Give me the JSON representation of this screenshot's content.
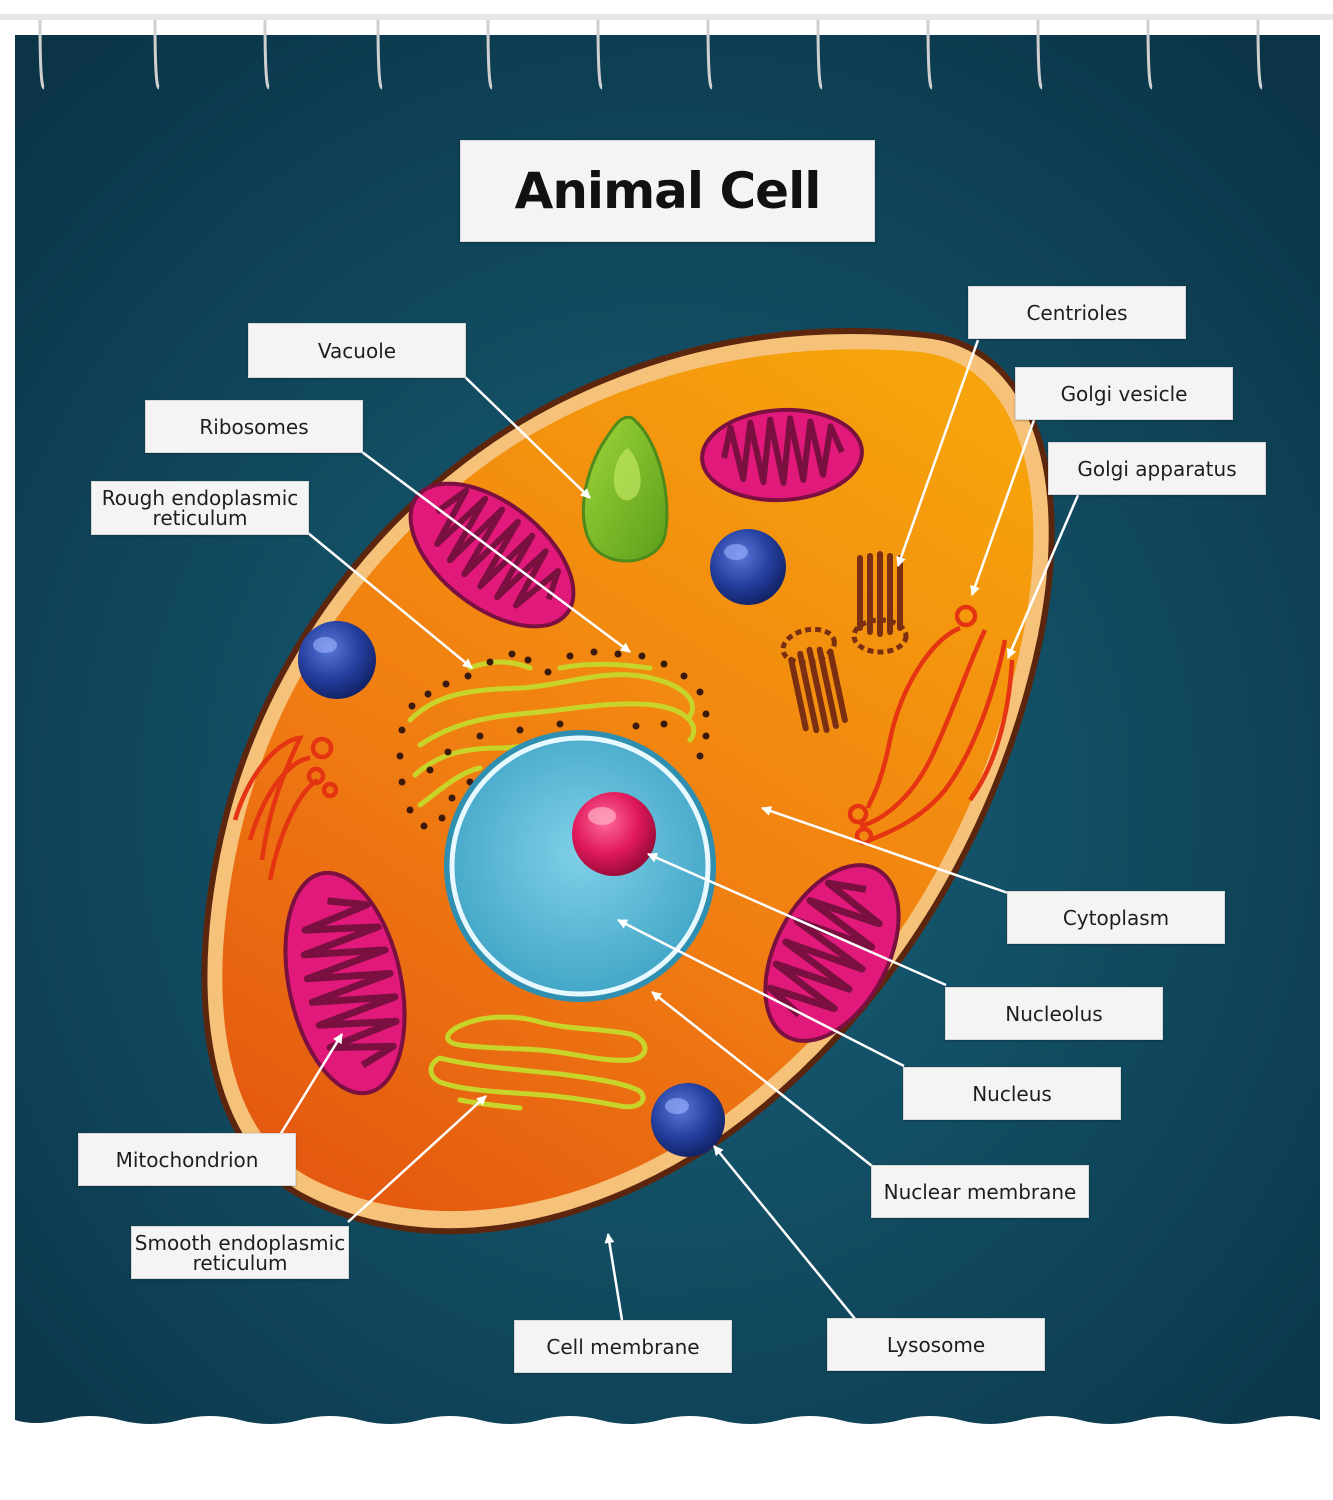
{
  "title": "Animal Cell",
  "labels": {
    "vacuole": "Vacuole",
    "ribosomes": "Ribosomes",
    "rough_er": "Rough endoplasmic\nreticulum",
    "centrioles": "Centrioles",
    "golgi_vesicle": "Golgi vesicle",
    "golgi_apparatus": "Golgi apparatus",
    "cytoplasm": "Cytoplasm",
    "nucleolus": "Nucleolus",
    "nucleus": "Nucleus",
    "nuclear_membrane": "Nuclear membrane",
    "mitochondrion": "Mitochondrion",
    "smooth_er": "Smooth endoplasmic\nreticulum",
    "cell_membrane": "Cell membrane",
    "lysosome": "Lysosome"
  },
  "colors": {
    "background": "#0f4458",
    "cytoplasm": "#f28a12",
    "cell_membrane_outline": "#6b2e12",
    "mitochondrion": "#e0197a",
    "nucleus": "#57b6d3",
    "nucleolus": "#e0195a",
    "lysosome": "#1f3f9a",
    "vacuole": "#7fc12a",
    "endoplasmic_reticulum": "#c9d42a",
    "golgi": "#e43412",
    "centrioles": "#7a2e12"
  }
}
